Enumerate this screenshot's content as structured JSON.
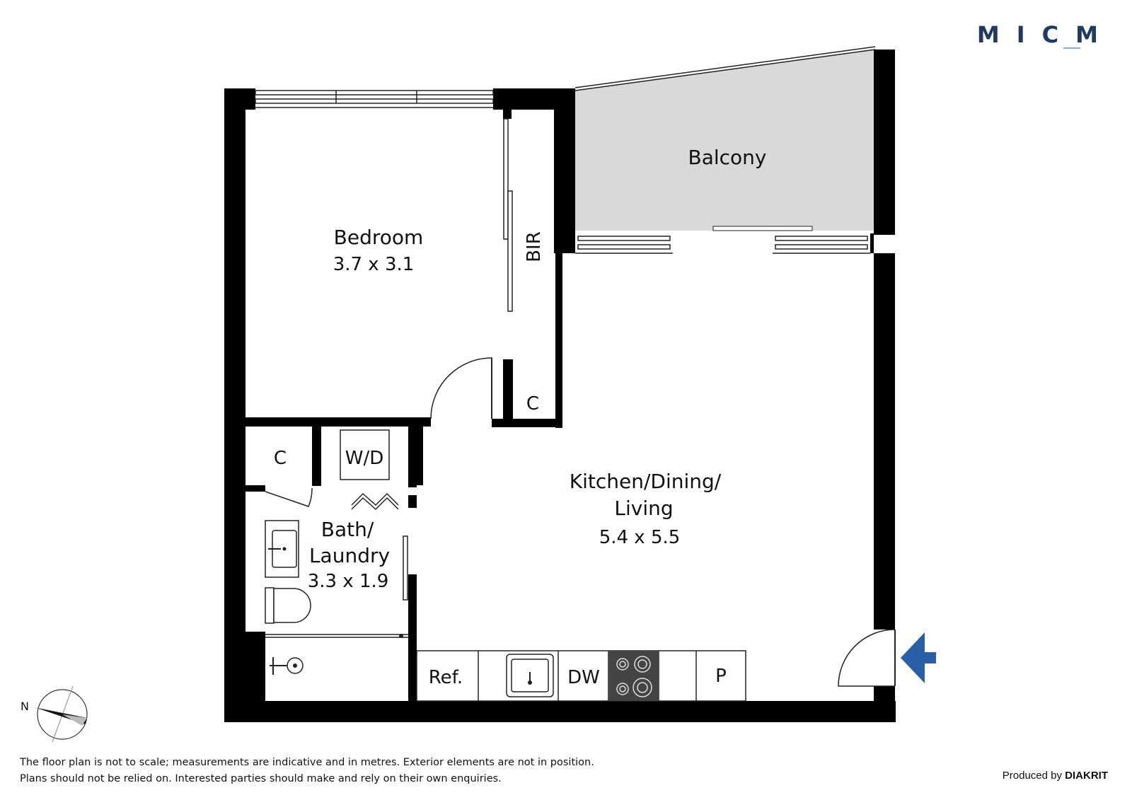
{
  "brand": {
    "logo_text": "MICM",
    "accent_color": "#1f3a63",
    "logo_underline_color": "#8faad4"
  },
  "rooms": {
    "balcony": {
      "name": "Balcony"
    },
    "bedroom": {
      "name": "Bedroom",
      "size": "3.7 x 3.1"
    },
    "bir": {
      "name": "BIR"
    },
    "hall_cupboard": {
      "name": "C"
    },
    "linen_cupboard": {
      "name": "C"
    },
    "washer_dryer": {
      "name": "W/D"
    },
    "bath": {
      "name_line1": "Bath/",
      "name_line2": "Laundry",
      "size": "3.3 x 1.9"
    },
    "living": {
      "name_line1": "Kitchen/Dining/",
      "name_line2": "Living",
      "size": "5.4 x 5.5"
    }
  },
  "kitchen": {
    "fridge": "Ref.",
    "dishwasher": "DW",
    "pantry": "P"
  },
  "entry_arrow": {
    "icon": "entry-arrow-icon",
    "color": "#2a5fa8"
  },
  "compass": {
    "label": "N",
    "icon": "compass-icon"
  },
  "colors": {
    "wall": "#000000",
    "balcony_fill": "#d9d9d9",
    "cooktop": "#444444"
  },
  "footer": {
    "disclaimer_line1": "The floor plan is not to scale; measurements are indicative and in metres. Exterior elements are not in position.",
    "disclaimer_line2": "Plans should not be relied on. Interested parties should make and rely on their own enquiries.",
    "produced_by": "Produced by",
    "producer": "DIAKRIT"
  }
}
